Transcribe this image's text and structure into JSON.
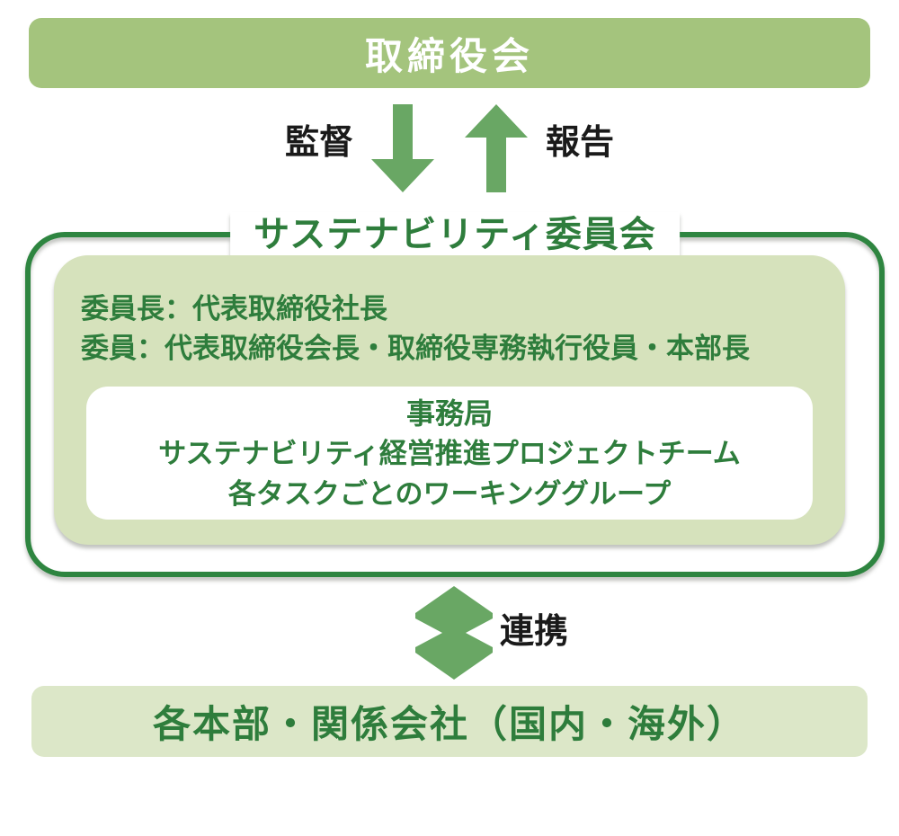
{
  "colors": {
    "top_bar_green": "#A4C47D",
    "arrow_green": "#69A764",
    "border_green": "#2E8540",
    "text_dark_green": "#2E7D3C",
    "panel_light_green": "#D6E2BC",
    "bottom_bar_pale_green": "#DCE7C8",
    "flow_label_black": "#1A1A1A",
    "box_white": "#FFFFFF"
  },
  "board": {
    "label": "取締役会"
  },
  "flows_top": {
    "supervision_label": "監督",
    "report_label": "報告"
  },
  "committee": {
    "title": "サステナビリティ委員会",
    "chair_line": "委員長：代表取締役社長",
    "members_line": "委員：代表取締役会長・取締役専務執行役員・本部長",
    "secretariat": {
      "title": "事務局",
      "lines": [
        "サステナビリティ経営推進プロジェクトチーム",
        "各タスクごとのワーキンググループ"
      ]
    }
  },
  "flow_bottom": {
    "cooperation_label": "連携"
  },
  "divisions": {
    "label": "各本部・関係会社（国内・海外）"
  },
  "icons": {
    "down_arrow": "supervision-flow-down",
    "up_arrow": "report-flow-up",
    "double_arrow": "cooperation-both-ways"
  }
}
